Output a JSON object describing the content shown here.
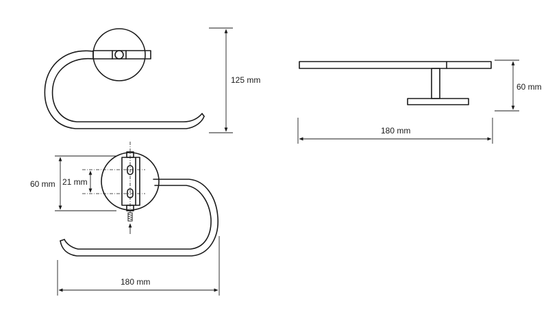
{
  "dimensions": {
    "side_height": "125 mm",
    "top_height": "60 mm",
    "top_width": "180 mm",
    "front_plate_height": "60 mm",
    "front_hole_spacing": "21 mm",
    "front_width": "180 mm"
  },
  "colors": {
    "line": "#1a1a1a",
    "background": "#ffffff"
  }
}
